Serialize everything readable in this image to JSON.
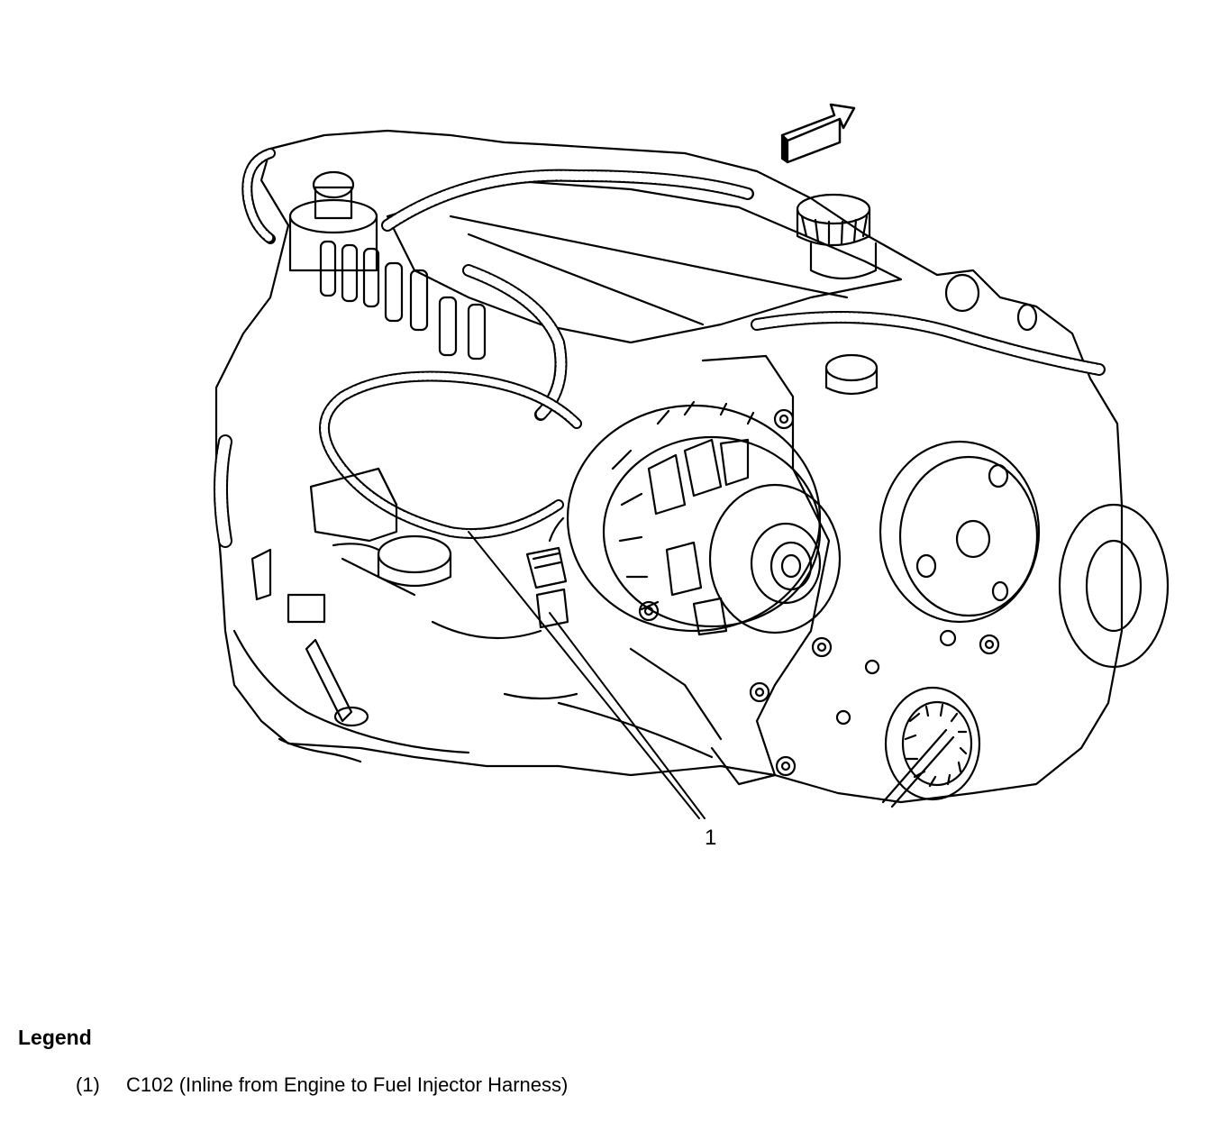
{
  "diagram": {
    "callout_label": "1",
    "icons": [
      "front-direction-arrow-icon",
      "engine-illustration"
    ]
  },
  "legend": {
    "title": "Legend",
    "items": [
      {
        "number": "(1)",
        "text": "C102 (Inline from Engine to Fuel Injector Harness)"
      }
    ]
  }
}
